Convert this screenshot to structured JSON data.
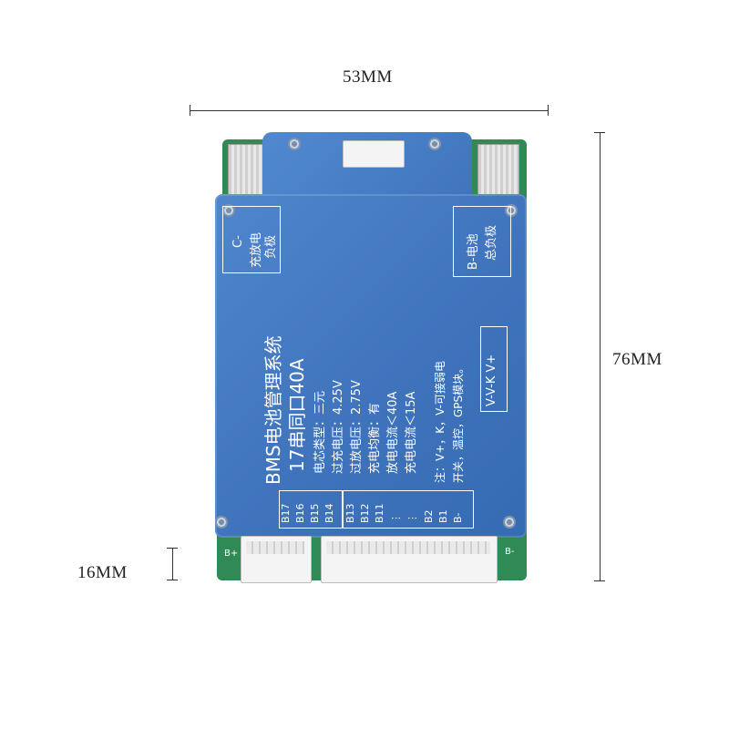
{
  "dimensions": {
    "width_label": "53MM",
    "height_label": "76MM",
    "thickness_label": "16MM"
  },
  "board": {
    "left_box": [
      "C-",
      "充放电",
      "负极"
    ],
    "right_box": [
      "B-电池",
      "总负极"
    ],
    "title": "BMS电池管理系统",
    "subtitle": "17串同口40A",
    "specs": [
      "电芯类型：三元",
      "过充电压：4.25V",
      "过放电压：2.75V",
      "充电均衡：有",
      "放电电流＜40A",
      "充电电流＜15A"
    ],
    "notes": [
      "注：V+，K，V-可接弱电",
      "开关，温控，GPS模块。"
    ],
    "port_label": "V-V-K V+",
    "wire_col_1": [
      "B17",
      "B16",
      "B15",
      "B14"
    ],
    "wire_col_2": [
      "B13",
      "B12",
      "B11"
    ],
    "wire_col_3": [
      "⋮",
      "⋮",
      ""
    ],
    "wire_col_4": [
      "B2",
      "B1",
      "B-"
    ],
    "pcb_left_label": "B+",
    "pcb_right_label": "B-"
  },
  "colors": {
    "plate": "#3f74bd",
    "pcb": "#2f8a55",
    "text": "#ffffff"
  }
}
